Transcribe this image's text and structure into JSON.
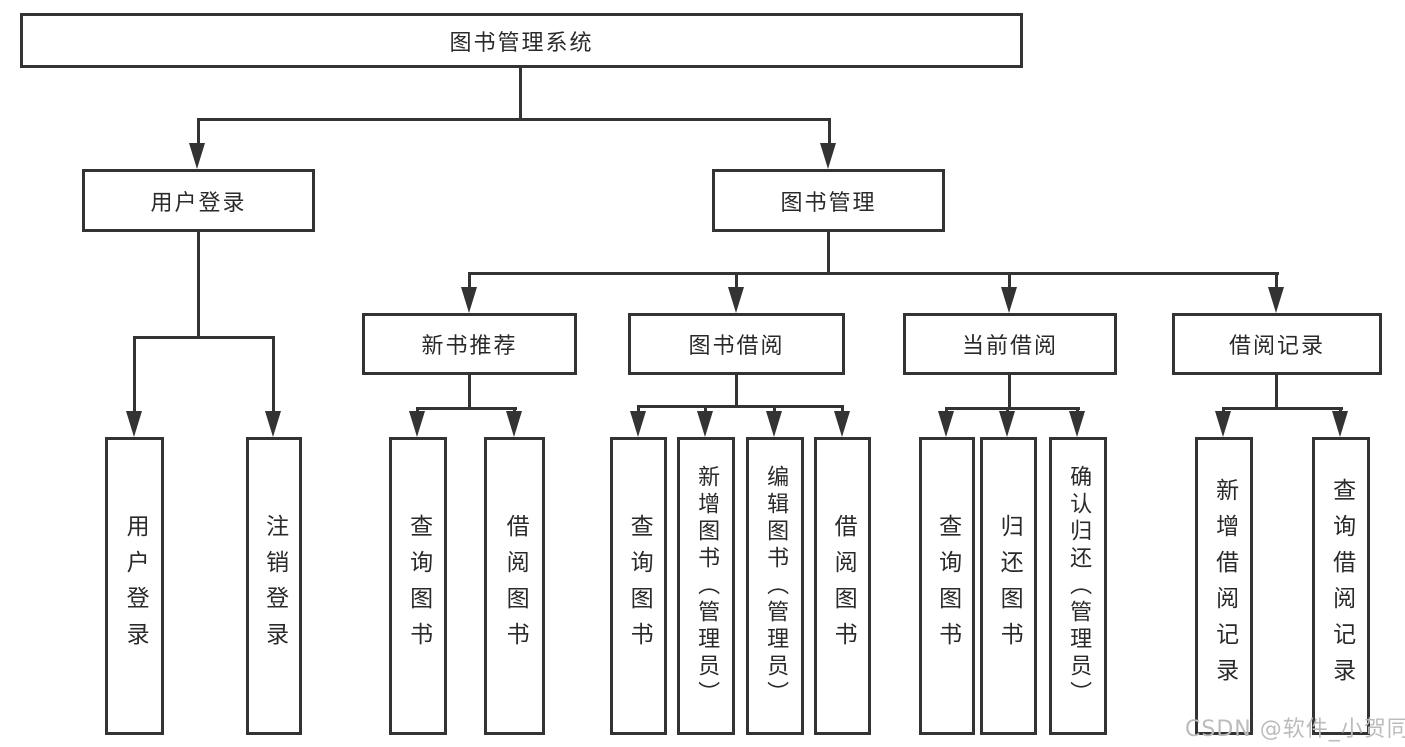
{
  "colors": {
    "line": "#333333",
    "box_border": "#333333",
    "text": "#2a2a2a",
    "watermark": "#bcbcbc",
    "background": "#ffffff"
  },
  "diagram": {
    "root": {
      "label": "图书管理系统"
    },
    "user_login": {
      "label": "用户登录",
      "children": [
        {
          "label": "用户登录"
        },
        {
          "label": "注销登录"
        }
      ]
    },
    "book_mgmt": {
      "label": "图书管理",
      "sections": [
        {
          "label": "新书推荐",
          "children": [
            {
              "label": "查询图书"
            },
            {
              "label": "借阅图书"
            }
          ]
        },
        {
          "label": "图书借阅",
          "children": [
            {
              "label": "查询图书"
            },
            {
              "label": "新增图书（管理员）"
            },
            {
              "label": "编辑图书（管理员）"
            },
            {
              "label": "借阅图书"
            }
          ]
        },
        {
          "label": "当前借阅",
          "children": [
            {
              "label": "查询图书"
            },
            {
              "label": "归还图书"
            },
            {
              "label": "确认归还（管理员）"
            }
          ]
        },
        {
          "label": "借阅记录",
          "children": [
            {
              "label": "新增借阅记录"
            },
            {
              "label": "查询借阅记录"
            }
          ]
        }
      ]
    }
  },
  "watermark": {
    "label": "CSDN @软件_小贺同学"
  }
}
